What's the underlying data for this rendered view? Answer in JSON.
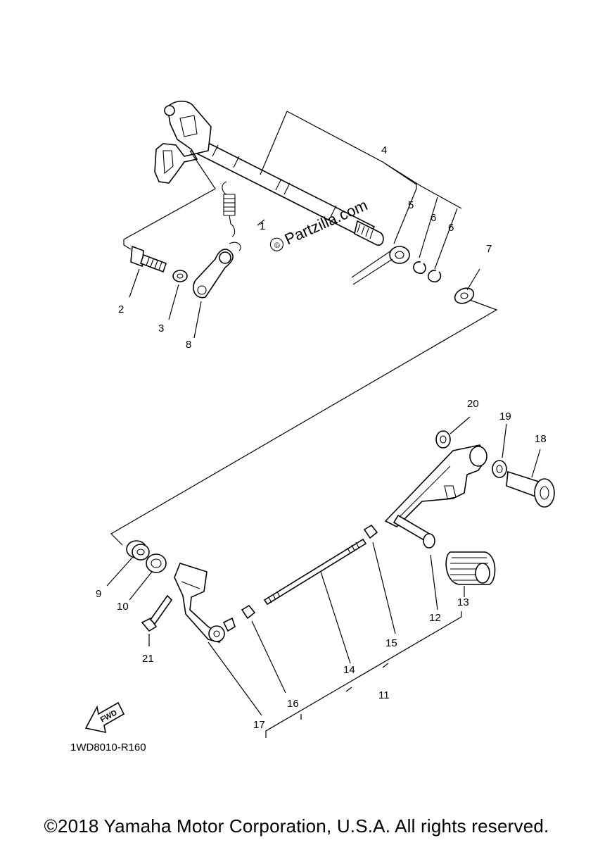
{
  "watermark": {
    "text": "Partzilla.com",
    "symbol": "©"
  },
  "figure_code": "1WD8010-R160",
  "fwd_badge": "FWD",
  "copyright": "©2018 Yamaha Motor Corporation, U.S.A. All rights reserved.",
  "callouts": {
    "c1": "1",
    "c2": "2",
    "c3": "3",
    "c4": "4",
    "c5": "5",
    "c6a": "6",
    "c6b": "6",
    "c7": "7",
    "c8": "8",
    "c9": "9",
    "c10": "10",
    "c11": "11",
    "c12": "12",
    "c13": "13",
    "c14": "14",
    "c15": "15",
    "c16": "16",
    "c17": "17",
    "c18": "18",
    "c19": "19",
    "c20": "20",
    "c21": "21"
  }
}
